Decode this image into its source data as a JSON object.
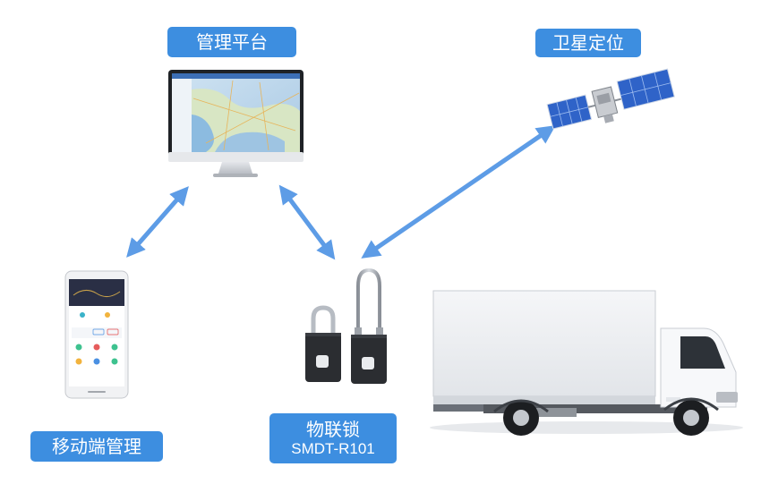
{
  "colors": {
    "label_bg": "#3d8ee0",
    "arrow": "#5d9ce6",
    "truck_body": "#eef0f3",
    "truck_cab": "#f7f8fa",
    "lock_body": "#2b2d31",
    "panel_blue": "#2f63c8"
  },
  "labels": {
    "management": "管理平台",
    "satellite": "卫星定位",
    "mobile": "移动端管理",
    "lock_name": "物联锁",
    "lock_model": "SMDT-R101"
  },
  "icons": [
    "monitor-icon",
    "satellite-icon",
    "phone-icon",
    "padlock-icon",
    "cable-lock-icon",
    "truck-icon"
  ]
}
